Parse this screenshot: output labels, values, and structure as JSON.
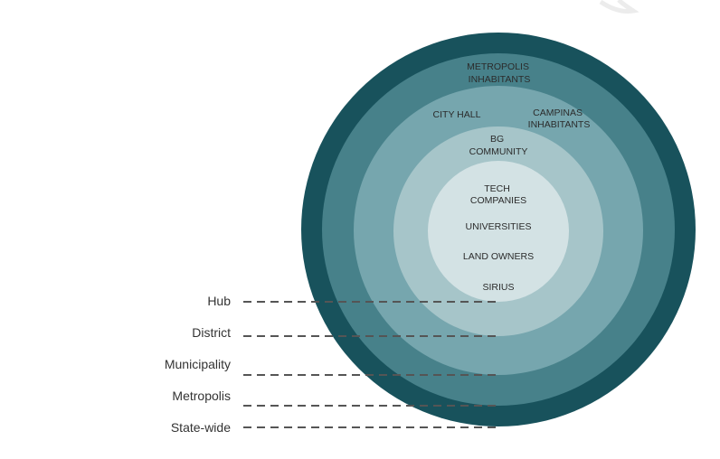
{
  "colors": {
    "state_wide": "#18525c",
    "metropolis": "#47818a",
    "municipality": "#76a6ae",
    "district": "#a6c5c9",
    "hub": "#d3e2e4",
    "leader": "#555555",
    "label_text": "#333333",
    "ring_text": "#2b2b2b"
  },
  "ring_labels": {
    "metropolis_inhabitants": [
      "METROPOLIS",
      "INHABITANTS"
    ],
    "city_hall": "CITY HALL",
    "campinas_inhabitants": [
      "CAMPINAS",
      "INHABITANTS"
    ],
    "bg_community": [
      "BG",
      "COMMUNITY"
    ],
    "tech_companies": [
      "TECH",
      "COMPANIES"
    ],
    "universities": "UNIVERSITIES",
    "land_owners": "LAND OWNERS",
    "sirius": "SIRIUS"
  },
  "levels": {
    "hub": "Hub",
    "district": "District",
    "municipality": "Municipality",
    "metropolis": "Metropolis",
    "state_wide": "State-wide"
  }
}
